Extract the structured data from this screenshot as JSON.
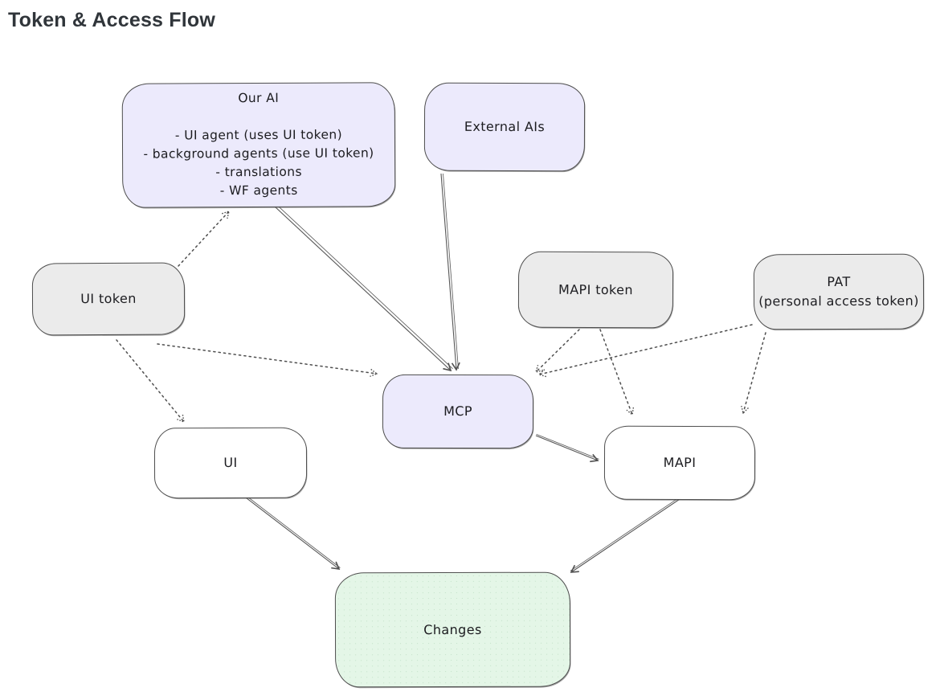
{
  "page": {
    "title": "Token & Access Flow",
    "background": "#ffffff"
  },
  "diagram": {
    "stroke_color": "#4f4f4f",
    "nodes": {
      "our_ai": {
        "title": "Our AI",
        "lines": [
          "- UI agent (uses UI token)",
          "- background agents (use UI token)",
          "- translations",
          "- WF agents"
        ],
        "fill": "#eceafc"
      },
      "external_ais": {
        "label": "External AIs",
        "fill": "#eceafc"
      },
      "ui_token": {
        "label": "UI token",
        "fill": "#ebebeb"
      },
      "mapi_token": {
        "label": "MAPI token",
        "fill": "#ebebeb"
      },
      "pat": {
        "line1": "PAT",
        "line2": "(personal access token)",
        "fill": "#ebebeb"
      },
      "mcp": {
        "label": "MCP",
        "fill": "#eceafc"
      },
      "ui": {
        "label": "UI",
        "fill": "#ffffff"
      },
      "mapi": {
        "label": "MAPI",
        "fill": "#ffffff"
      },
      "changes": {
        "label": "Changes",
        "fill": "#e4f6e7"
      }
    },
    "edges": [
      {
        "from": "Our AI",
        "to": "MCP",
        "style": "solid",
        "arrowhead": true
      },
      {
        "from": "External AIs",
        "to": "MCP",
        "style": "solid",
        "arrowhead": true
      },
      {
        "from": "MCP",
        "to": "MAPI",
        "style": "solid",
        "arrowhead": true
      },
      {
        "from": "UI",
        "to": "Changes",
        "style": "solid",
        "arrowhead": true
      },
      {
        "from": "MAPI",
        "to": "Changes",
        "style": "solid",
        "arrowhead": true
      },
      {
        "from": "UI token",
        "to": "Our AI",
        "style": "dotted",
        "arrowhead": true
      },
      {
        "from": "UI token",
        "to": "UI",
        "style": "dotted",
        "arrowhead": true
      },
      {
        "from": "UI token",
        "to": "MCP",
        "style": "dotted",
        "arrowhead": true
      },
      {
        "from": "MAPI token",
        "to": "MCP",
        "style": "dotted",
        "arrowhead": true
      },
      {
        "from": "MAPI token",
        "to": "MAPI",
        "style": "dotted",
        "arrowhead": true
      },
      {
        "from": "PAT",
        "to": "MCP",
        "style": "dotted",
        "arrowhead": true
      },
      {
        "from": "PAT",
        "to": "MAPI",
        "style": "dotted",
        "arrowhead": true
      }
    ]
  }
}
